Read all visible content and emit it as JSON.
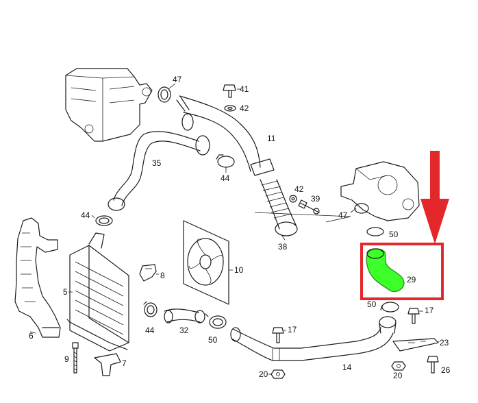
{
  "callouts": {
    "c47a": "47",
    "c41": "41",
    "c42a": "42",
    "c11": "11",
    "c35": "35",
    "c44a": "44",
    "c42b": "42",
    "c39": "39",
    "c47b": "47",
    "c50a": "50",
    "c44b": "44",
    "c38": "38",
    "c8": "8",
    "c5": "5",
    "c10": "10",
    "c29": "29",
    "c50b": "50",
    "c17a": "17",
    "c6": "6",
    "c44c": "44",
    "c32": "32",
    "c50c": "50",
    "c17b": "17",
    "c23": "23",
    "c9": "9",
    "c7": "7",
    "c14": "14",
    "c20a": "20",
    "c20b": "20",
    "c26": "26"
  },
  "highlight": {
    "part": "29",
    "color": "#3dff2a",
    "frame_color": "#e3272a"
  }
}
